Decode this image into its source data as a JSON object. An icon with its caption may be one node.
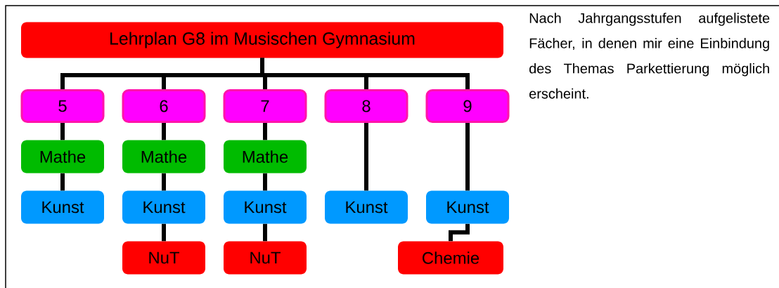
{
  "diagram": {
    "nodes": [
      {
        "text": [
          "Lehrplan G8 im Musischen Gymnasium"
        ]
      },
      {
        "text": [
          "5"
        ]
      },
      {
        "text": [
          "6"
        ]
      },
      {
        "text": [
          "7"
        ]
      },
      {
        "text": [
          "8"
        ]
      },
      {
        "text": [
          "9"
        ]
      },
      {
        "text": [
          "Mathe"
        ]
      },
      {
        "text": [
          "Mathe"
        ]
      },
      {
        "text": [
          "Mathe"
        ]
      },
      {
        "text": [
          "Kunst"
        ]
      },
      {
        "text": [
          "Kunst"
        ]
      },
      {
        "text": [
          "Kunst"
        ]
      },
      {
        "text": [
          "Kunst"
        ]
      },
      {
        "text": [
          "Kunst"
        ]
      },
      {
        "text": [
          "NuT"
        ]
      },
      {
        "text": [
          "NuT"
        ]
      },
      {
        "text": [
          "Chemie"
        ]
      }
    ],
    "edges": [
      {
        "from": 0,
        "to": 1,
        "arrow": "none"
      },
      {
        "from": 0,
        "to": 2,
        "arrow": "none"
      },
      {
        "from": 0,
        "to": 3,
        "arrow": "none"
      },
      {
        "from": 0,
        "to": 4,
        "arrow": "none"
      },
      {
        "from": 0,
        "to": 5,
        "arrow": "none"
      },
      {
        "from": 1,
        "to": 6,
        "arrow": "none"
      },
      {
        "from": 2,
        "to": 7,
        "arrow": "none"
      },
      {
        "from": 3,
        "to": 8,
        "arrow": "none"
      },
      {
        "from": 6,
        "to": 9,
        "arrow": "none"
      },
      {
        "from": 7,
        "to": 10,
        "arrow": "none"
      },
      {
        "from": 8,
        "to": 11,
        "arrow": "none"
      },
      {
        "from": 4,
        "to": 12,
        "arrow": "none"
      },
      {
        "from": 5,
        "to": 13,
        "arrow": "none"
      },
      {
        "from": 10,
        "to": 14,
        "arrow": "none"
      },
      {
        "from": 11,
        "to": 15,
        "arrow": "none"
      },
      {
        "from": 13,
        "to": 16,
        "arrow": "none"
      }
    ],
    "labels": [
      "Nach Jahrgangsstufen aufgelistete Fächer, in denen mir eine Einbindung des Themas Parkettierung möglich erscheint."
    ]
  }
}
